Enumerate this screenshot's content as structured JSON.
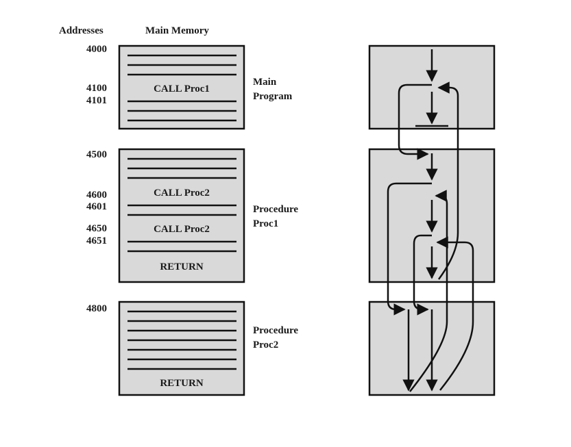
{
  "headers": {
    "addresses": "Addresses",
    "main_memory": "Main Memory"
  },
  "addresses": {
    "a4000": "4000",
    "a4100": "4100",
    "a4101": "4101",
    "a4500": "4500",
    "a4600": "4600",
    "a4601": "4601",
    "a4650": "4650",
    "a4651": "4651",
    "a4800": "4800"
  },
  "memory": {
    "main_call": "CALL Proc1",
    "proc1_call_a": "CALL Proc2",
    "proc1_call_b": "CALL Proc2",
    "proc1_return": "RETURN",
    "proc2_return": "RETURN"
  },
  "section_labels": {
    "main_line1": "Main",
    "main_line2": "Program",
    "proc1_line1": "Procedure",
    "proc1_line2": "Proc1",
    "proc2_line1": "Procedure",
    "proc2_line2": "Proc2"
  },
  "colors": {
    "box_fill": "#d9d9d9",
    "stroke": "#111111"
  }
}
